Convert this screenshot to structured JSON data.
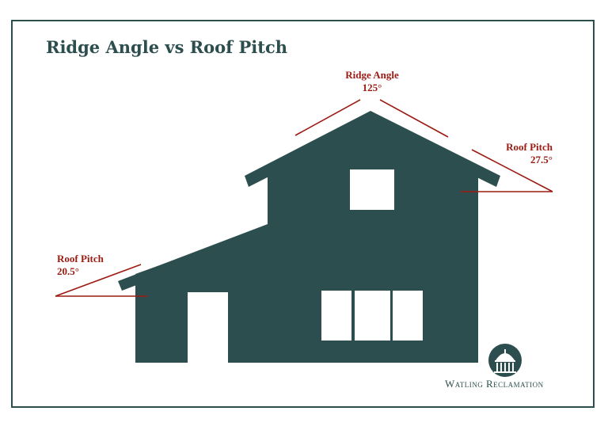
{
  "title": "Ridge Angle vs Roof Pitch",
  "ridge": {
    "label": "Ridge Angle",
    "value": "125°"
  },
  "pitch_right": {
    "label": "Roof Pitch",
    "value": "27.5°"
  },
  "pitch_left": {
    "label": "Roof Pitch",
    "value": "20.5°"
  },
  "brand": {
    "name": "Watling Reclamation",
    "logo": "domed-pavilion-logo"
  },
  "colors": {
    "house": "#2d4e4e",
    "annotation": "#9b1b12",
    "frame": "#2d4e4e",
    "background": "#ffffff"
  }
}
